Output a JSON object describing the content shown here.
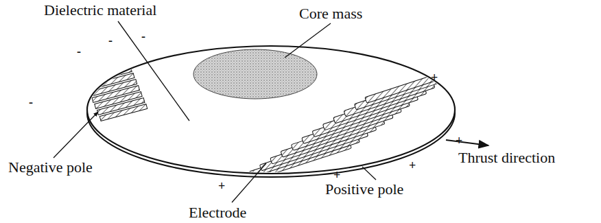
{
  "diagram": {
    "labels": [
      "Dielectric material",
      "Core mass",
      "Negative pole",
      "Electrode",
      "Positive pole",
      "Thrust direction",
      "-",
      "-",
      "-",
      "-",
      "+",
      "+",
      "+",
      "+",
      "+"
    ]
  }
}
